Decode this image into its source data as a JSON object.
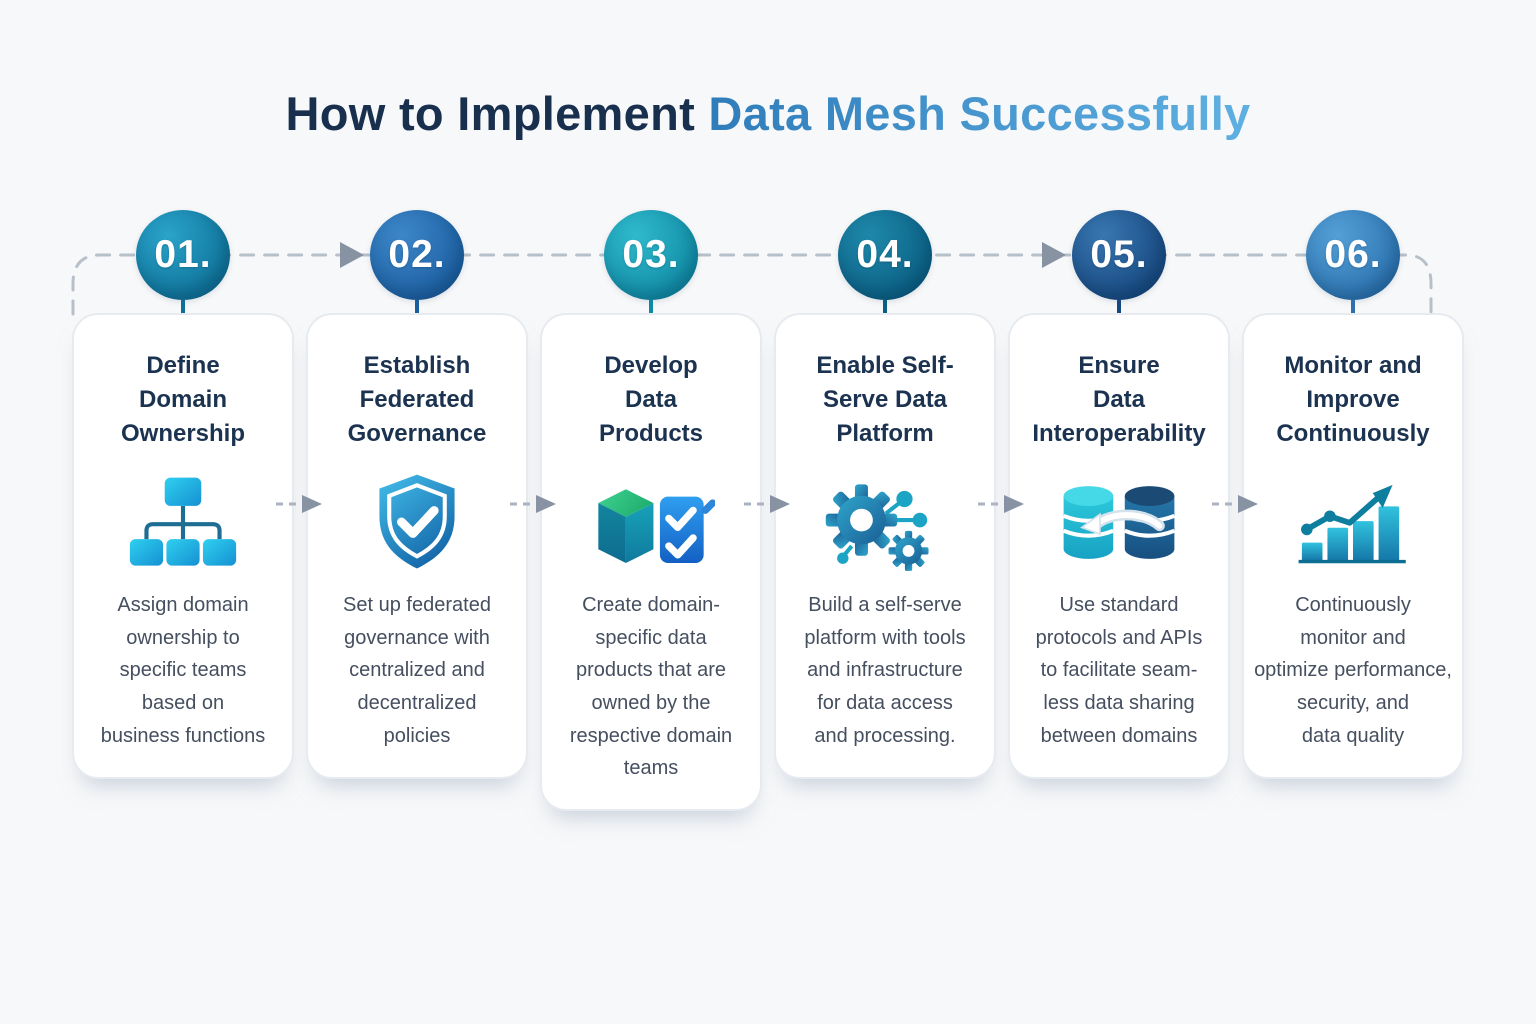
{
  "title": {
    "prefix": "How to Implement ",
    "highlight": "Data Mesh Successfully"
  },
  "theme": {
    "background": "#f7f8f9",
    "card_background": "#ffffff",
    "title_dark": "#182f4e",
    "title_accent_start": "#2f7cba",
    "title_accent_end": "#5fb0e2",
    "heading_color": "#1b3350",
    "body_color": "#454f5f",
    "connector_color": "#b7c0ca",
    "arrow_color": "#8793a3"
  },
  "steps": [
    {
      "number": "01.",
      "circle_light": "#2aa3ca",
      "circle_dark": "#0e7096",
      "title_lines": [
        "Define",
        "Domain",
        "Ownership"
      ],
      "icon": "hierarchy-icon",
      "body_lines": [
        "Assign domain",
        "ownership to",
        "specific teams",
        "based on",
        "business functions"
      ]
    },
    {
      "number": "02.",
      "circle_light": "#3c86c8",
      "circle_dark": "#1b5ea0",
      "title_lines": [
        "Establish",
        "Federated",
        "Governance"
      ],
      "icon": "shield-check-icon",
      "body_lines": [
        "Set up federated",
        "governance with",
        "centralized and",
        "decentralized",
        "policies"
      ]
    },
    {
      "number": "03.",
      "circle_light": "#2fb9cc",
      "circle_dark": "#0f8aa4",
      "title_lines": [
        "Develop",
        "Data",
        "Products"
      ],
      "icon": "cube-checklist-icon",
      "body_lines": [
        "Create domain-",
        "specific data",
        "products that are",
        "owned by the",
        "respective domain",
        "teams"
      ]
    },
    {
      "number": "04.",
      "circle_light": "#1e88aa",
      "circle_dark": "#0a5e82",
      "title_lines": [
        "Enable Self-",
        "Serve Data",
        "Platform"
      ],
      "icon": "gears-icon",
      "body_lines": [
        "Build a self-serve",
        "platform with tools",
        "and infrastructure",
        "for data access",
        "and processing."
      ]
    },
    {
      "number": "05.",
      "circle_light": "#3876b0",
      "circle_dark": "#16477e",
      "title_lines": [
        "Ensure",
        "Data",
        "Interoperability"
      ],
      "icon": "databases-sync-icon",
      "body_lines": [
        "Use standard",
        "protocols and APIs",
        "to facilitate seam-",
        "less data sharing",
        "between domains"
      ]
    },
    {
      "number": "06.",
      "circle_light": "#549fd6",
      "circle_dark": "#2a71ae",
      "title_lines": [
        "Monitor and",
        "Improve",
        "Continuously"
      ],
      "icon": "chart-growth-icon",
      "body_lines": [
        "Continuously",
        "monitor and",
        "optimize performance,",
        "security, and",
        "data quality"
      ]
    }
  ]
}
